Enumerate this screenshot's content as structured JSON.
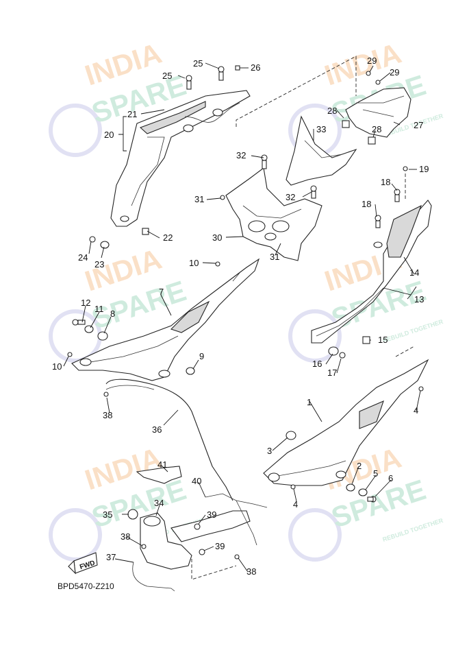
{
  "diagram": {
    "drawing_code": "BPD5470-Z210",
    "fwd_marker": "FWD",
    "callouts": [
      "1",
      "2",
      "3",
      "4",
      "4",
      "5",
      "6",
      "7",
      "8",
      "9",
      "10",
      "10",
      "11",
      "12",
      "13",
      "14",
      "15",
      "16",
      "17",
      "18",
      "18",
      "19",
      "20",
      "21",
      "22",
      "23",
      "24",
      "25",
      "25",
      "26",
      "27",
      "28",
      "28",
      "29",
      "29",
      "30",
      "31",
      "31",
      "32",
      "32",
      "33",
      "34",
      "35",
      "36",
      "37",
      "38",
      "38",
      "38",
      "39",
      "39",
      "40",
      "41"
    ]
  },
  "watermark": {
    "line1": "INDIA",
    "line2": "SPARE",
    "tagline": "REBUILD TOGETHER",
    "colors": {
      "india": "#f6c79a",
      "spare": "#a9dcc4",
      "icon": "#c9c9ea"
    }
  }
}
